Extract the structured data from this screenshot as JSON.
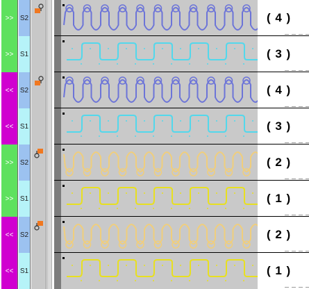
{
  "colors": {
    "dir_forward": "#5ee15e",
    "dir_back": "#d000d0",
    "slot_s2": "#9cc2f0",
    "slot_s1": "#b6f3f8",
    "tool_orange": "#f07820",
    "lane_bg": "#c9c9c9",
    "lane_edge": "#7d7d7d",
    "loop_purple": "#6c74d8",
    "wave_cyan": "#52d8ec",
    "loop_tan": "#f0ce7c",
    "wave_yellow": "#e8e020"
  },
  "rows": [
    {
      "direction": ">>",
      "slot": "S2",
      "tool_icon": "tool-up-icon",
      "pattern": "loop",
      "pattern_color": "loop_purple",
      "level": "( 4 )"
    },
    {
      "direction": ">>",
      "slot": "S1",
      "tool_icon": "",
      "pattern": "wave",
      "pattern_color": "wave_cyan",
      "level": "( 3 )"
    },
    {
      "direction": "<<",
      "slot": "S2",
      "tool_icon": "tool-up-icon",
      "pattern": "loop",
      "pattern_color": "loop_purple",
      "level": "( 4 )"
    },
    {
      "direction": "<<",
      "slot": "S1",
      "tool_icon": "",
      "pattern": "wave",
      "pattern_color": "wave_cyan",
      "level": "( 3 )"
    },
    {
      "direction": ">>",
      "slot": "S2",
      "tool_icon": "tool-down-icon",
      "pattern": "loop-down",
      "pattern_color": "loop_tan",
      "level": "( 2 )"
    },
    {
      "direction": ">>",
      "slot": "S1",
      "tool_icon": "",
      "pattern": "wave",
      "pattern_color": "wave_yellow",
      "level": "( 1 )"
    },
    {
      "direction": "<<",
      "slot": "S2",
      "tool_icon": "tool-down-icon",
      "pattern": "loop-down",
      "pattern_color": "loop_tan",
      "level": "( 2 )"
    },
    {
      "direction": "<<",
      "slot": "S1",
      "tool_icon": "",
      "pattern": "wave",
      "pattern_color": "wave_yellow",
      "level": "( 1 )"
    }
  ]
}
